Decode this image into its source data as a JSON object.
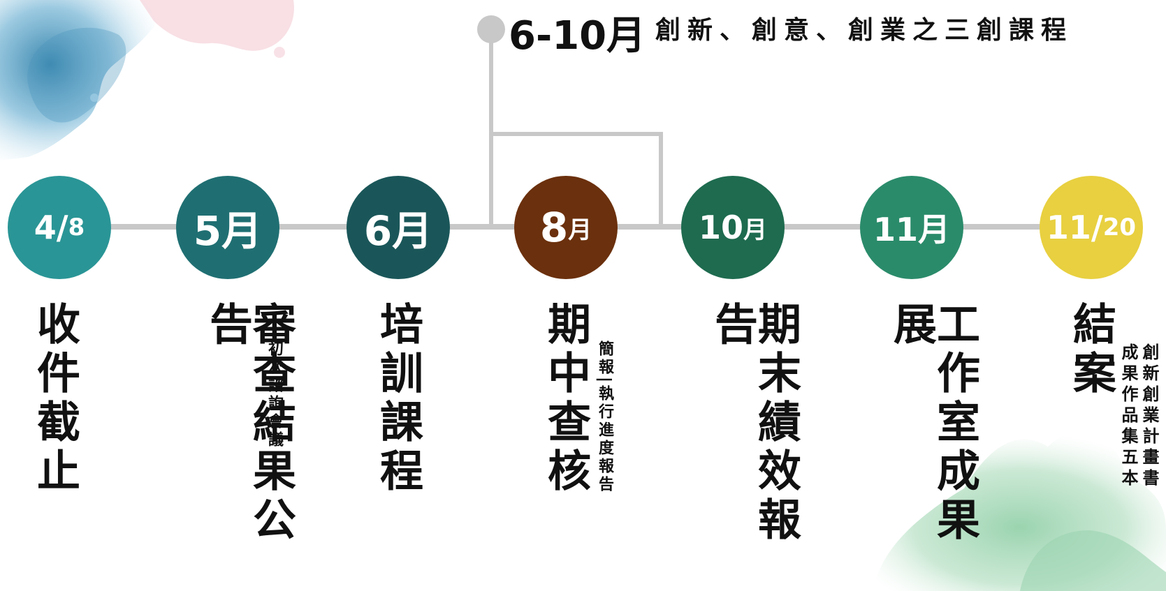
{
  "top_phase": {
    "date": "6-10月",
    "description": "創新、創意、創業之三創課程"
  },
  "milestones": [
    {
      "date_main": "4/",
      "date_small": "8",
      "title": "收件截止",
      "note": "",
      "color": "#2a9596"
    },
    {
      "date_main": "5月",
      "date_small": "",
      "title": "審查結果公告",
      "note": "初次諮詢會議",
      "color": "#1f6f72"
    },
    {
      "date_main": "6月",
      "date_small": "",
      "title": "培訓課程",
      "note": "",
      "color": "#1a5659"
    },
    {
      "date_main": "8",
      "date_small": "月",
      "title": "期中查核",
      "note": "簡報|執行進度報告",
      "color": "#6b300d"
    },
    {
      "date_main": "10",
      "date_small": "月",
      "title": "期末績效報告",
      "note": "",
      "color": "#1e6b4f"
    },
    {
      "date_main": "11月",
      "date_small": "",
      "title": "工作室成果展",
      "note": "",
      "color": "#2a8b6a"
    },
    {
      "date_main": "11/",
      "date_small": "20",
      "title": "結案",
      "note": "創新創業計畫書 成果作品集五本",
      "color": "#e8d040"
    }
  ]
}
